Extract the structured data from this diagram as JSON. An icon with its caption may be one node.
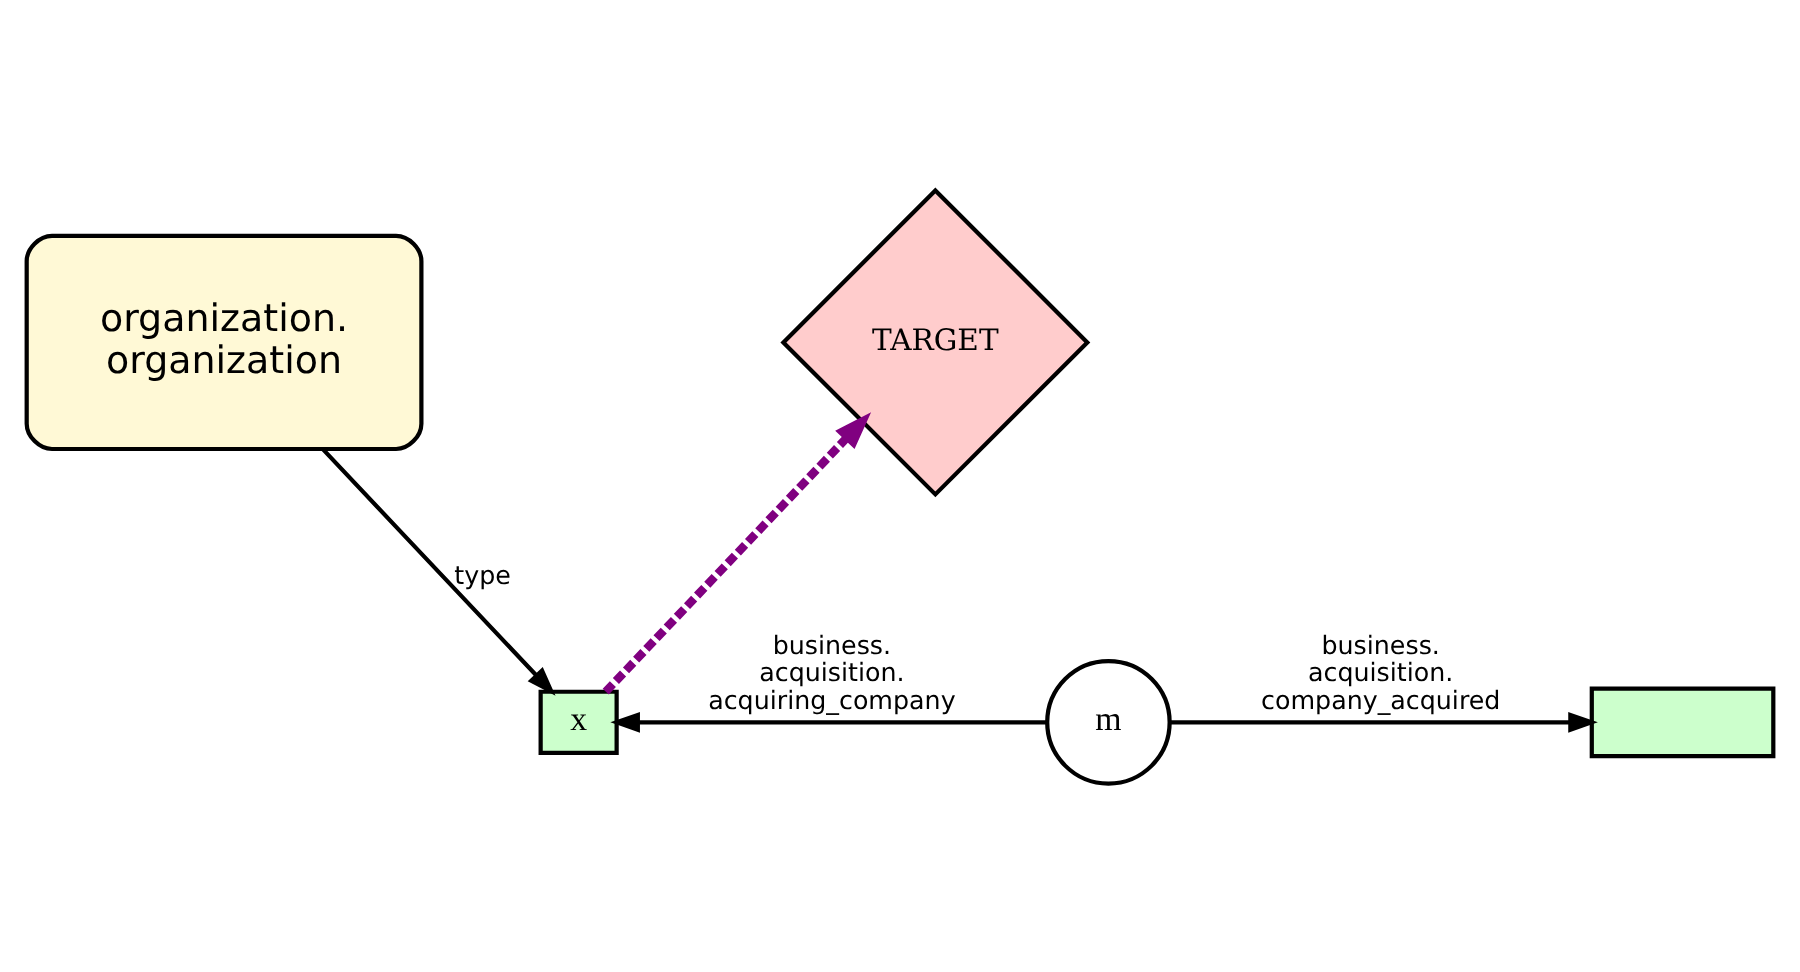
{
  "diagram": {
    "nodes": [
      {
        "text": [
          "organization. organization"
        ]
      },
      {
        "text": [
          "TARGET"
        ]
      },
      {
        "text": [
          "x"
        ]
      },
      {
        "text": [
          "m"
        ]
      },
      {
        "text": [],
        "shape": "box"
      }
    ],
    "edges": [
      {
        "from": 0,
        "to": 2,
        "arrow": "to",
        "label": "type"
      },
      {
        "from": 2,
        "to": 1,
        "arrow": "to",
        "style": "dashed",
        "color": "#800080"
      },
      {
        "from": 3,
        "to": 2,
        "arrow": "to",
        "label": "business. acquisition. acquiring_company"
      },
      {
        "from": 3,
        "to": 4,
        "arrow": "to",
        "label": "business. acquisition. company_acquired"
      }
    ]
  }
}
